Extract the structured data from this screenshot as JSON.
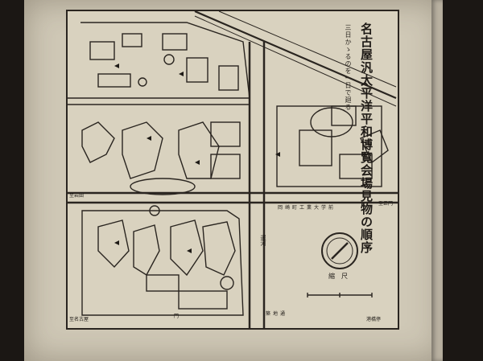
{
  "map": {
    "title": "名古屋汎太平洋平和博覧会場見物の順序",
    "subtitle": "三日かゝるのを一日で廻る",
    "labels": {
      "left_label": "至岩田",
      "right_label": "至正門",
      "bottom_left": "至名古屋",
      "bottom_right": "港橋停",
      "canal": "運河",
      "street_row": "岡崎町工業大学前",
      "bottom_street": "築地通",
      "scale": "縮尺",
      "gate": "門"
    },
    "colors": {
      "paper": "#cfc8b6",
      "ink": "#1e1a16",
      "map_bg": "#d9d2bf"
    }
  }
}
